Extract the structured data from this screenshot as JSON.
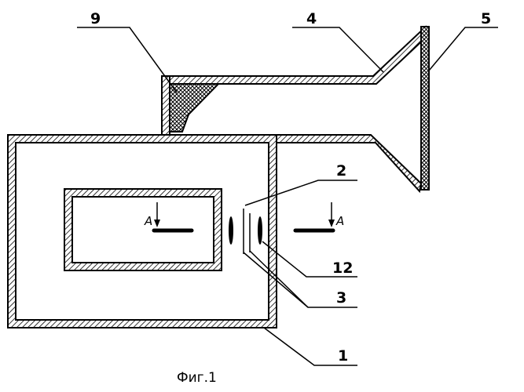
{
  "callouts": {
    "c9": "9",
    "c4": "4",
    "c5": "5",
    "c2": "2",
    "c12": "12",
    "c3": "3",
    "c1": "1"
  },
  "section_marks": {
    "left": "A",
    "right": "A"
  },
  "caption": "Фиг.1"
}
